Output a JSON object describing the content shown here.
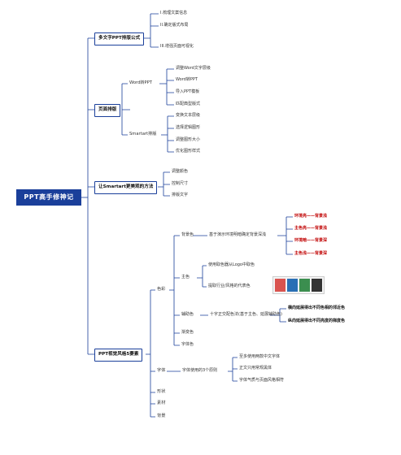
{
  "root": "PPT高手修神记",
  "branches": {
    "multi_text": {
      "label": "多文字PPT排版公式",
      "items": [
        "I.梳理文案信息",
        "II.确定版式布局",
        "III.增强页面可视化"
      ]
    },
    "layout": {
      "label": "页面排版",
      "word": {
        "label": "Word转PPT",
        "items": [
          "调整Word文字层级",
          "Word转PPT",
          "导入PPT模板",
          "匹配典型版式"
        ]
      },
      "smartart": {
        "label": "Smartart排版",
        "items": [
          "变换文本层级",
          "选择逻辑图形",
          "调整图形大小",
          "优化图形样式"
        ]
      }
    },
    "smartart_beauty": {
      "label": "让Smartart更美观的方法",
      "items": [
        "调整颜色",
        "控制尺寸",
        "排版文字"
      ]
    },
    "style": {
      "label": "PPT视觉风格5要素",
      "color": {
        "label": "色彩",
        "background": {
          "label": "背景色",
          "desc": "基于演示环境明暗确定背景深浅",
          "pairs": [
            "环境亮——背景浅",
            "主色亮——背景浅",
            "环境暗——背景深",
            "主色浅——背景深"
          ]
        },
        "main": {
          "label": "主色",
          "items": [
            "使用取色器从Logo中取色",
            "提取行业/风格的代表色"
          ]
        },
        "aux": {
          "label": "辅助色",
          "desc": "十字正交配色法(基于主色、延展辅助色)",
          "items": [
            "横向延展得出不同色相的邻近色",
            "纵向延展得出不同亮度的梯度色"
          ]
        },
        "gradient": "渐变色",
        "glyph": "字体色"
      },
      "font": {
        "label": "字体",
        "desc": "字体使用的3个原则",
        "items": [
          "至多使用两款中文字体",
          "正文只用常规黑体",
          "字体气质与页面风格相符"
        ]
      },
      "shape": "形状",
      "material": "素材",
      "background": "背景"
    }
  },
  "colors": {
    "branch_line": "#1a3f9a",
    "root_fill": "#1a3f9a",
    "emphasis": "#c00000"
  }
}
